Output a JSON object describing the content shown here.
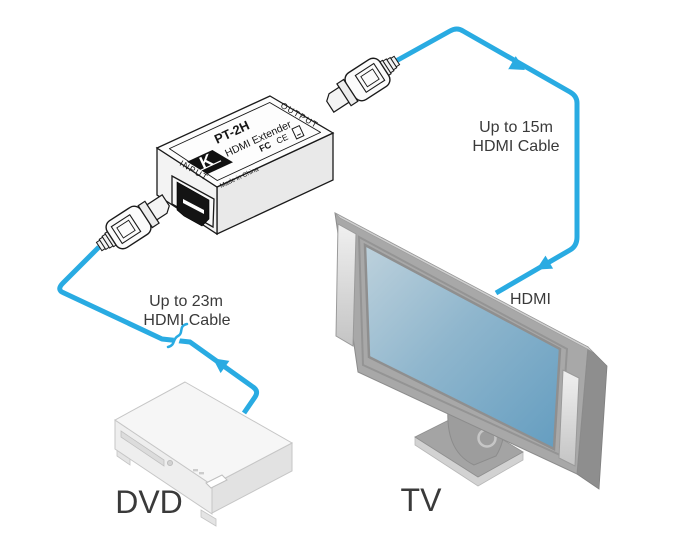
{
  "colors": {
    "cable": "#29ABE2",
    "label": "#3a3a3a",
    "outline": "#1a1a1a"
  },
  "extender": {
    "model": "PT-2H",
    "product": "HDMI Extender",
    "brand_initial": "K",
    "output_port": "OUTPUT",
    "input_port": "INPUT",
    "origin": "Made in China",
    "fcc_mark": "FC",
    "ce_mark": "CE"
  },
  "output_cable": {
    "length": "Up to 15m",
    "type": "HDMI Cable"
  },
  "input_cable": {
    "length": "Up to 23m",
    "type": "HDMI Cable"
  },
  "tv": {
    "label": "TV",
    "connector": "HDMI"
  },
  "dvd": {
    "label": "DVD"
  }
}
